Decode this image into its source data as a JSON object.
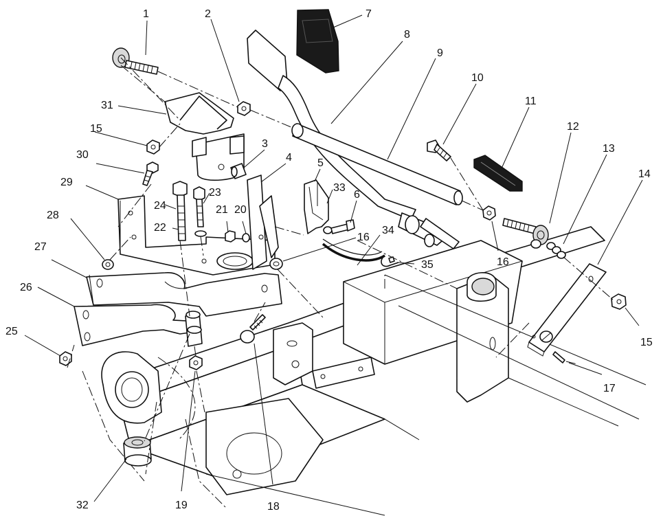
{
  "callouts": {
    "c1": "1",
    "c2": "2",
    "c3": "3",
    "c4": "4",
    "c5": "5",
    "c6": "6",
    "c7": "7",
    "c8": "8",
    "c9": "9",
    "c10": "10",
    "c11": "11",
    "c12": "12",
    "c13": "13",
    "c14": "14",
    "c15a": "15",
    "c15b": "15",
    "c16a": "16",
    "c16b": "16",
    "c17": "17",
    "c18": "18",
    "c19": "19",
    "c20": "20",
    "c21": "21",
    "c22": "22",
    "c23": "23",
    "c24": "24",
    "c25": "25",
    "c26": "26",
    "c27": "27",
    "c28": "28",
    "c29": "29",
    "c30": "30",
    "c31": "31",
    "c32": "32",
    "c33": "33",
    "c34": "34",
    "c35": "35"
  }
}
